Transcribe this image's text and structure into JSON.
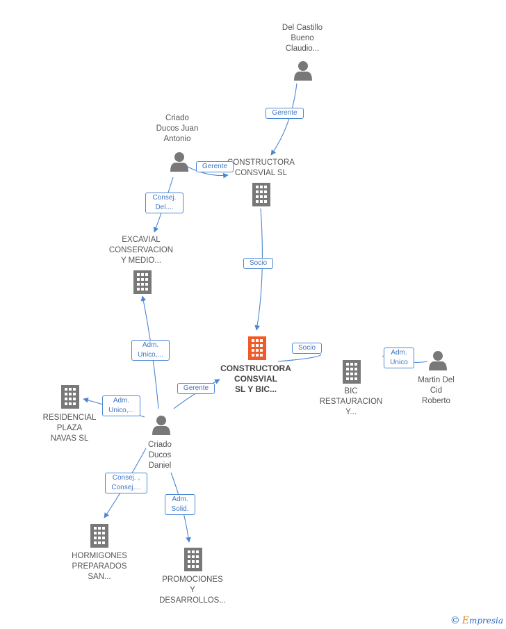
{
  "colors": {
    "person": "#787878",
    "company": "#787878",
    "focus_company": "#f05a28",
    "edge": "#4a86d4"
  },
  "nodes": {
    "del_castillo": {
      "label": "Del Castillo\nBueno\nClaudio..."
    },
    "criado_juan": {
      "label": "Criado\nDucos Juan\nAntonio"
    },
    "constructora_consvial": {
      "label": "CONSTRUCTORA\nCONSVIAL SL"
    },
    "excavial": {
      "label": "EXCAVIAL\nCONSERVACION\nY MEDIO..."
    },
    "constructora_bic": {
      "label": "CONSTRUCTORA\nCONSVIAL\nSL Y BIC..."
    },
    "bic_restauracion": {
      "label": "BIC\nRESTAURACION\nY..."
    },
    "martin": {
      "label": "Martin Del\nCid\nRoberto"
    },
    "residencial": {
      "label": "RESIDENCIAL\nPLAZA\nNAVAS  SL"
    },
    "criado_daniel": {
      "label": "Criado\nDucos\nDaniel"
    },
    "hormigones": {
      "label": "HORMIGONES\nPREPARADOS\nSAN..."
    },
    "promociones": {
      "label": "PROMOCIONES\nY\nDESARROLLOS..."
    }
  },
  "edges": {
    "gerente_castillo": "Gerente",
    "gerente_juan": "Gerente",
    "consej_juan": "Consej.\nDel....",
    "socio_consvial": "Socio",
    "adm_unico_excavial": "Adm.\nUnico,...",
    "gerente_daniel": "Gerente",
    "socio_bic": "Socio",
    "adm_unico_martin": "Adm.\nUnico",
    "adm_unico_residencial": "Adm.\nUnico,...",
    "consej_hormigones": "Consej. ,\nConsej....",
    "adm_solid": "Adm.\nSolid."
  },
  "icons": {
    "person": "person-icon",
    "company": "building-icon"
  },
  "footer": {
    "copyright": "©",
    "brand_initial": "E",
    "brand_rest": "mpresia"
  }
}
